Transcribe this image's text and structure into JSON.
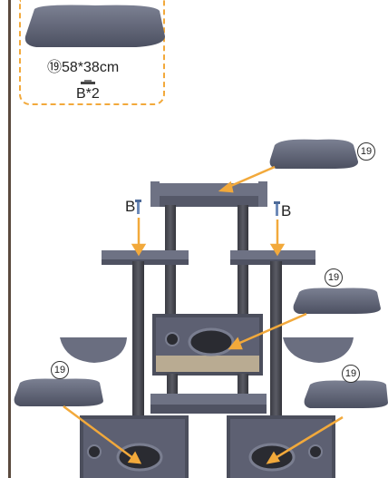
{
  "parts_box": {
    "size_text": "⑲58*38cm",
    "screw_text": "B*2"
  },
  "callouts": {
    "top_right": "19",
    "middle_right": "19",
    "left_lower": "19",
    "right_lower": "19"
  },
  "screw_labels": {
    "left": "B",
    "right": "B"
  },
  "colors": {
    "accent_orange": "#f2a93b",
    "plush_gray": "#5b5f70",
    "post_dark": "#3f4048"
  }
}
